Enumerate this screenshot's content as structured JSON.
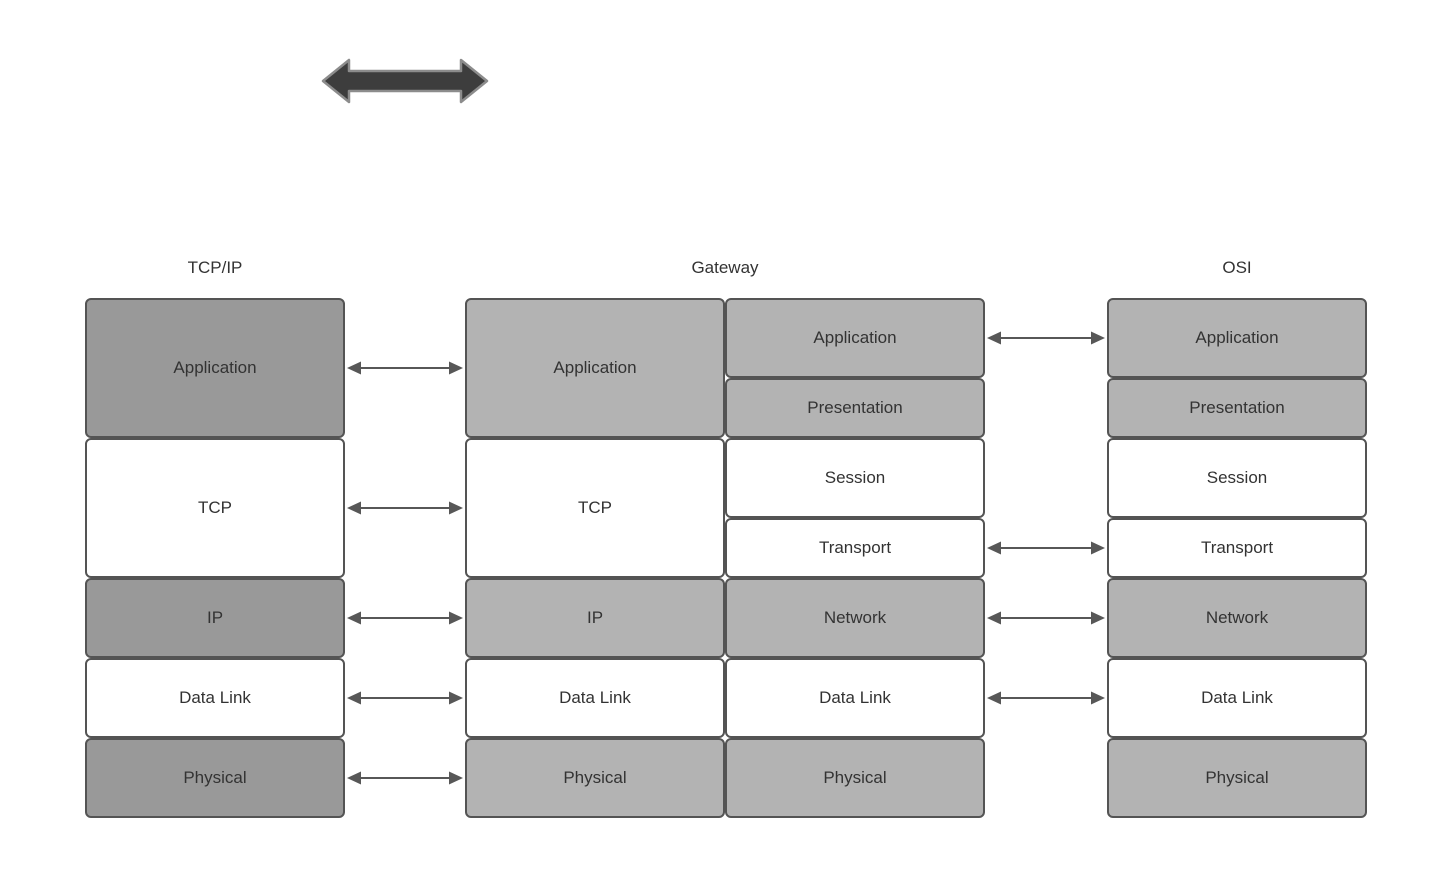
{
  "colors": {
    "dark_gray_fill": "#999999",
    "light_gray_fill": "#b3b3b3",
    "white_fill": "#ffffff",
    "border": "#545454",
    "text": "#333333",
    "connector": "#575757",
    "thick_arrow_fill": "#3d3d3d",
    "thick_arrow_stroke": "#8c8c8c"
  },
  "columns": {
    "tcpip": {
      "label": "TCP/IP",
      "layers": [
        "Application",
        "TCP",
        "IP",
        "Data Link",
        "Physical"
      ]
    },
    "gateway": {
      "label": "Gateway",
      "left_layers": [
        "Application",
        "TCP",
        "IP",
        "Data Link",
        "Physical"
      ],
      "right_layers": [
        "Application",
        "Presentation",
        "Session",
        "Transport",
        "Network",
        "Data Link",
        "Physical"
      ]
    },
    "osi": {
      "label": "OSI",
      "layers": [
        "Application",
        "Presentation",
        "Session",
        "Transport",
        "Network",
        "Data Link",
        "Physical"
      ]
    }
  }
}
